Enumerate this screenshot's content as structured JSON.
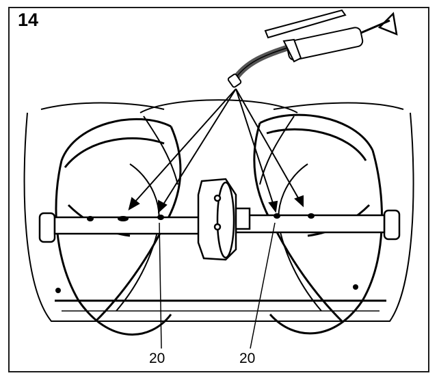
{
  "figure": {
    "number": "14",
    "callout_left": "20",
    "callout_right": "20"
  },
  "colors": {
    "ink": "#000000",
    "frame": "#1a1a1a",
    "background": "#ffffff",
    "hose": "#555555"
  },
  "icons": [
    "grease-gun-icon",
    "auger-icon",
    "arrow-icon"
  ]
}
